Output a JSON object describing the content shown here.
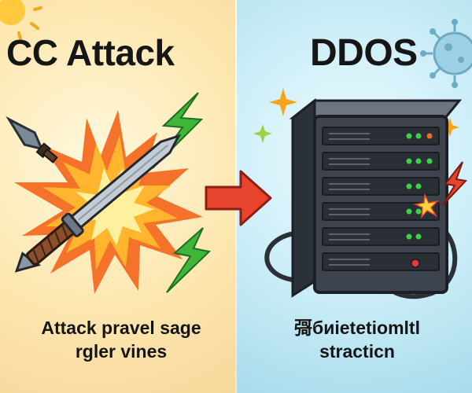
{
  "left_panel": {
    "title": "CC Attack",
    "caption_lines": [
      "Attack pravel sage",
      "rgler vines"
    ]
  },
  "right_panel": {
    "title": "DDOS",
    "caption_lines": [
      "彁биietetiomltl",
      "stracticn"
    ]
  },
  "colors": {
    "left_background": "#fde7b0",
    "right_background": "#c9ecf7",
    "arrow": "#e8432d",
    "lightning": "#3fb53a",
    "server_body": "#3d444d",
    "server_led": "#3ad14d"
  },
  "icons": [
    "sun-icon",
    "explosion-icon",
    "sword-icon",
    "dagger-icon",
    "lightning-icon",
    "arrow-icon",
    "server-icon",
    "virus-icon",
    "sparkle-icon",
    "cable-icon"
  ]
}
